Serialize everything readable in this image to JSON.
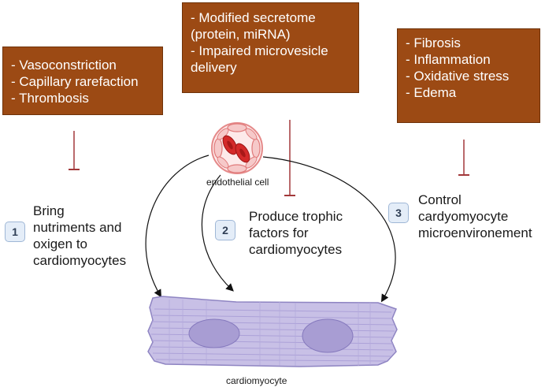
{
  "boxes": {
    "left": [
      "- Vasoconstriction",
      "- Capillary rarefaction",
      "- Thrombosis"
    ],
    "middle": [
      "- Modified secretome",
      "(protein, miRNA)",
      "- Impaired microvesicle",
      "delivery"
    ],
    "right": [
      "- Fibrosis",
      "- Inflammation",
      "- Oxidative stress",
      "- Edema"
    ]
  },
  "steps": [
    {
      "number": "1",
      "lines": [
        "Bring",
        "nutriments and",
        "oxigen to",
        "cardiomyocytes"
      ]
    },
    {
      "number": "2",
      "lines": [
        "Produce trophic",
        "factors for",
        "cardiomyocytes"
      ]
    },
    {
      "number": "3",
      "lines": [
        "Control",
        "cardyomyocyte",
        "microenvironement"
      ]
    }
  ],
  "labels": {
    "endothelial_cell": "endothelial cell",
    "cardiomyocyte": "cardiomyocyte"
  },
  "colors": {
    "box_fill": "#9c4a14",
    "inhibitor": "#a2383a",
    "vessel_red": "#d42a2a",
    "cell_purple": "#c8c0e6"
  }
}
